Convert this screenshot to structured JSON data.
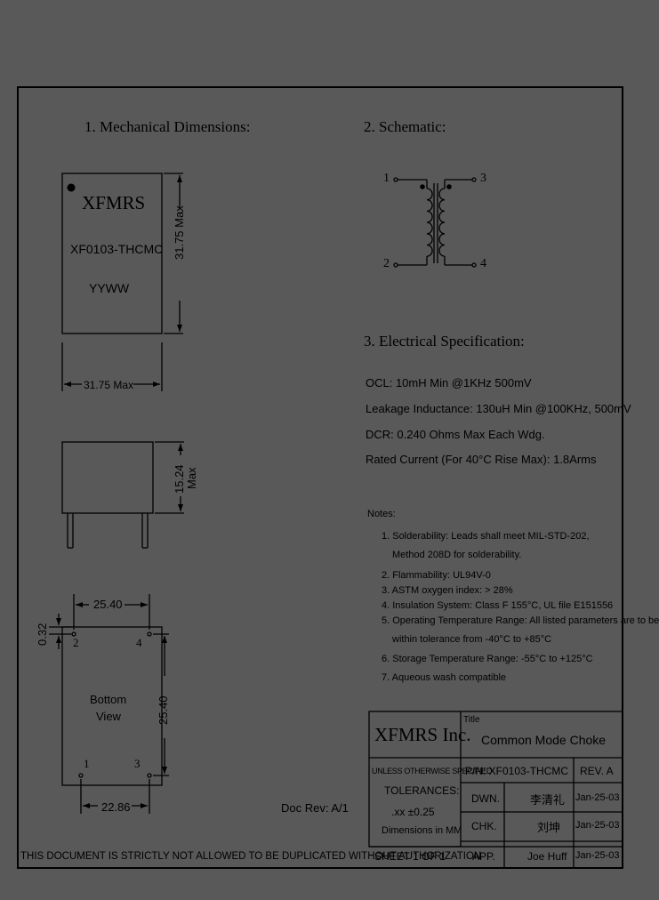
{
  "sections": {
    "mechanical": "1. Mechanical Dimensions:",
    "schematic": "2. Schematic:",
    "electrical": "3. Electrical Specification:"
  },
  "top_view": {
    "brand": "XFMRS",
    "part": "XF0103-THCMC",
    "code": "YYWW",
    "width_dim": "31.75 Max",
    "height_dim": "31.75 Max"
  },
  "side_view": {
    "height_dim_value": "15.24",
    "height_dim_unit": "Max"
  },
  "bottom_view": {
    "label_line1": "Bottom",
    "label_line2": "View",
    "top_dim": "25.40",
    "right_dim": "25.40",
    "bottom_dim": "22.86",
    "left_dim": "0.32",
    "pins": [
      "1",
      "2",
      "3",
      "4"
    ]
  },
  "schematic": {
    "pins": [
      "1",
      "2",
      "3",
      "4"
    ]
  },
  "specs": [
    "OCL: 10mH Min @1KHz 500mV",
    "Leakage Inductance: 130uH Min @100KHz, 500mV",
    "DCR: 0.240 Ohms Max Each Wdg.",
    "Rated Current (For 40°C Rise Max): 1.8Arms"
  ],
  "notes": {
    "heading": "Notes:",
    "items": [
      "1. Solderability: Leads shall meet MIL-STD-202,",
      "Method 208D for solderability.",
      "2. Flammability: UL94V-0",
      "3. ASTM oxygen index: > 28%",
      "4. Insulation System: Class F 155°C, UL file E151556",
      "5. Operating Temperature Range: All listed parameters are to be",
      "within tolerance from -40°C to +85°C",
      "6. Storage Temperature Range: -55°C to +125°C",
      "7. Aqueous wash compatible"
    ]
  },
  "doc_rev": "Doc Rev: A/1",
  "title_block": {
    "company": "XFMRS Inc.",
    "title_label": "Title",
    "title": "Common Mode Choke",
    "pn": "P/N: XF0103-THCMC",
    "rev": "REV. A",
    "unless": "UNLESS OTHERWISE SPECIFIED",
    "tolerances": "TOLERANCES:",
    "tol_value": ".xx ±0.25",
    "dims_in": "Dimensions in MM",
    "sheet": "SHEET 1 OF 1",
    "rows": [
      {
        "label": "DWN.",
        "name": "李清礼",
        "date": "Jan-25-03"
      },
      {
        "label": "CHK.",
        "name": "刘坤",
        "date": "Jan-25-03"
      },
      {
        "label": "APP.",
        "name": "Joe Huff",
        "date": "Jan-25-03"
      }
    ]
  },
  "footer": "THIS DOCUMENT IS STRICTLY NOT ALLOWED TO BE DUPLICATED WITHOUT AUTHORIZATION"
}
